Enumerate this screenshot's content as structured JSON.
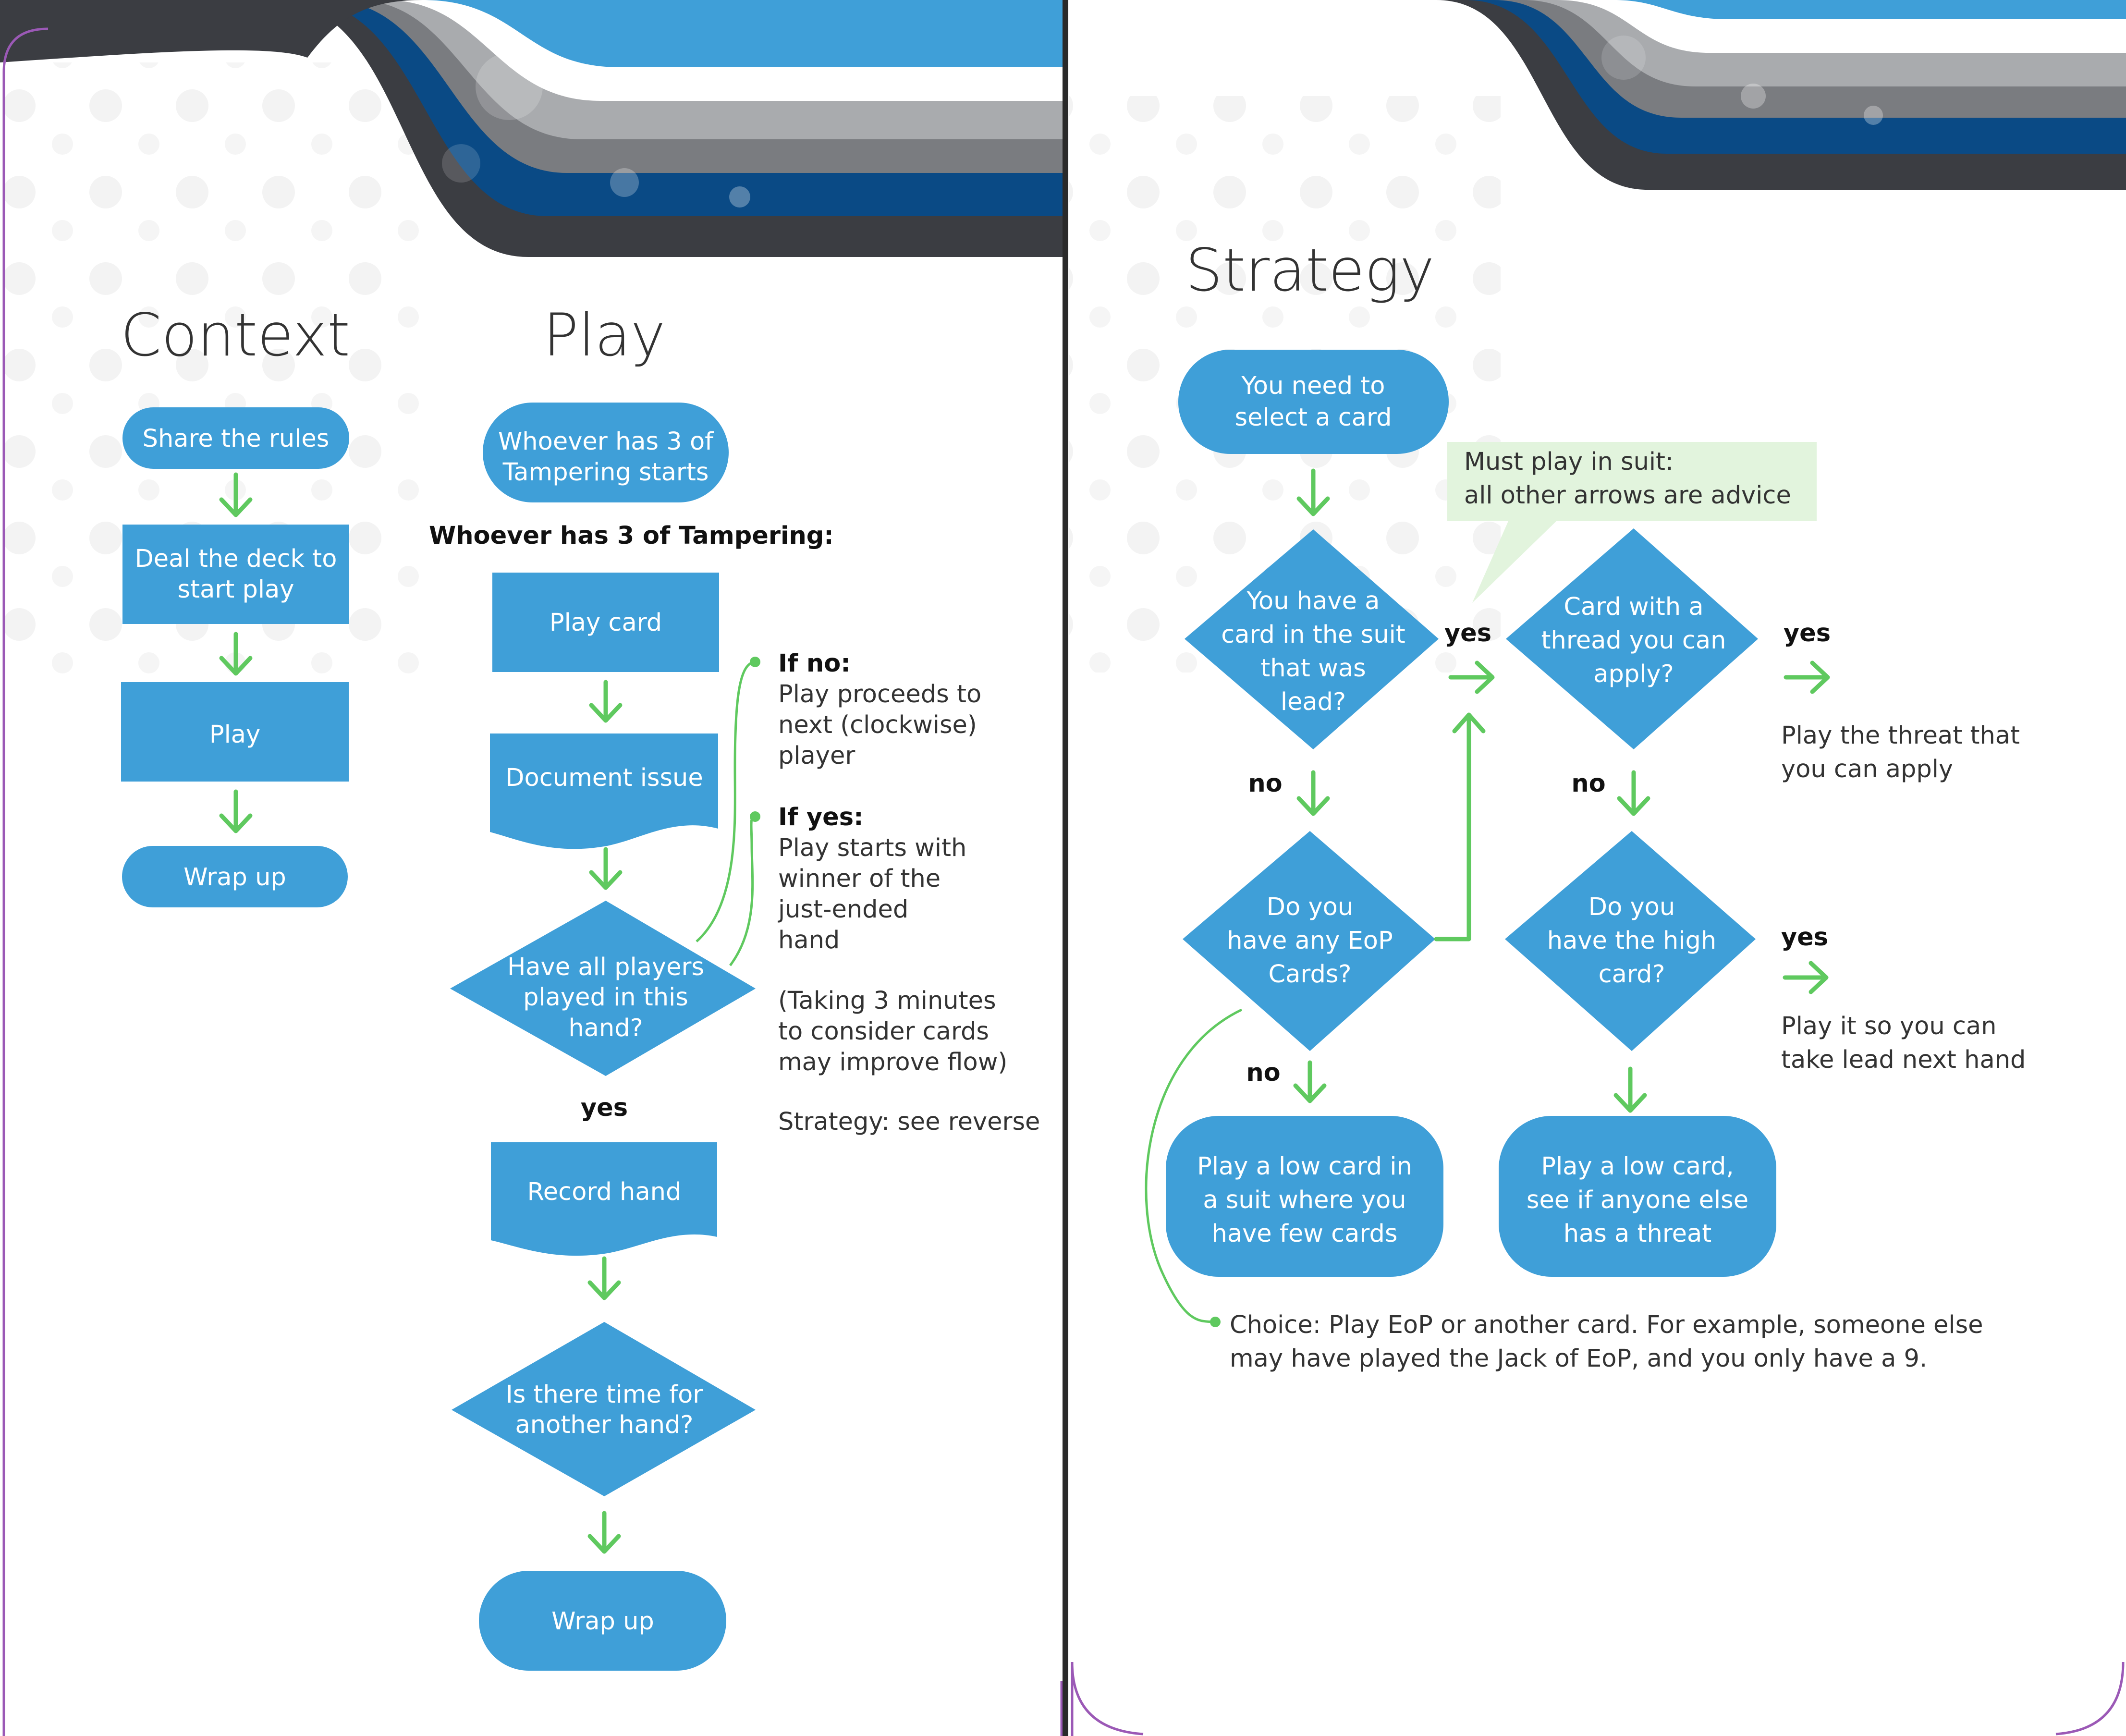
{
  "colors": {
    "shape_blue": "#3f9fd8",
    "arrow_green": "#5fc95f",
    "callout_bg": "#e2f4dd",
    "band_navy": "#0a4a85",
    "band_dark": "#3b3d42",
    "band_gray": "#a9abae",
    "band_light": "#cfd0d2",
    "card_border": "#9b59b6"
  },
  "context": {
    "title": "Context",
    "steps": [
      "Share the rules",
      "Deal the deck to start play",
      "Play",
      "Wrap up"
    ]
  },
  "play": {
    "title": "Play",
    "start": [
      "Whoever has 3 of",
      "Tampering starts"
    ],
    "subhead": "Whoever has 3 of Tampering:",
    "play_card": "Play card",
    "document_issue": "Document issue",
    "question_all_played": [
      "Have all players",
      "played in this",
      "hand?"
    ],
    "yes_label": "yes",
    "record_hand": "Record hand",
    "question_time": [
      "Is there time for",
      "another hand?"
    ],
    "wrap_up": "Wrap up",
    "note_no": {
      "heading": "If no:",
      "lines": [
        "Play proceeds to",
        "next (clockwise)",
        "player"
      ]
    },
    "note_yes": {
      "heading": "If yes:",
      "lines": [
        "Play starts with",
        "winner of the",
        "just-ended",
        "hand"
      ]
    },
    "note_timing": [
      "(Taking 3 minutes",
      "to consider cards",
      "may improve flow)"
    ],
    "note_strategy": "Strategy: see reverse"
  },
  "strategy": {
    "title": "Strategy",
    "start": [
      "You need to",
      "select a card"
    ],
    "callout": [
      "Must play in suit:",
      "all other arrows are advice"
    ],
    "q_suit": [
      "You have a",
      "card in the suit",
      "that was",
      "lead?"
    ],
    "q_threat": [
      "Card with a",
      "thread you can",
      "apply?"
    ],
    "q_eop": [
      "Do you",
      "have any EoP",
      "Cards?"
    ],
    "q_high": [
      "Do you",
      "have the high",
      "card?"
    ],
    "end_low_suit": [
      "Play a low card in",
      "a suit where you",
      "have few cards"
    ],
    "end_low_see": [
      "Play a low card,",
      "see if anyone else",
      "has a threat"
    ],
    "result_threat": [
      "Play the threat that",
      "you can apply"
    ],
    "result_lead": [
      "Play it so you can",
      "take lead next hand"
    ],
    "labels": {
      "yes": "yes",
      "no": "no"
    },
    "choice_note": [
      "Choice: Play EoP or another card. For example, someone else",
      "may have played the Jack of EoP, and you only have a 9."
    ]
  }
}
